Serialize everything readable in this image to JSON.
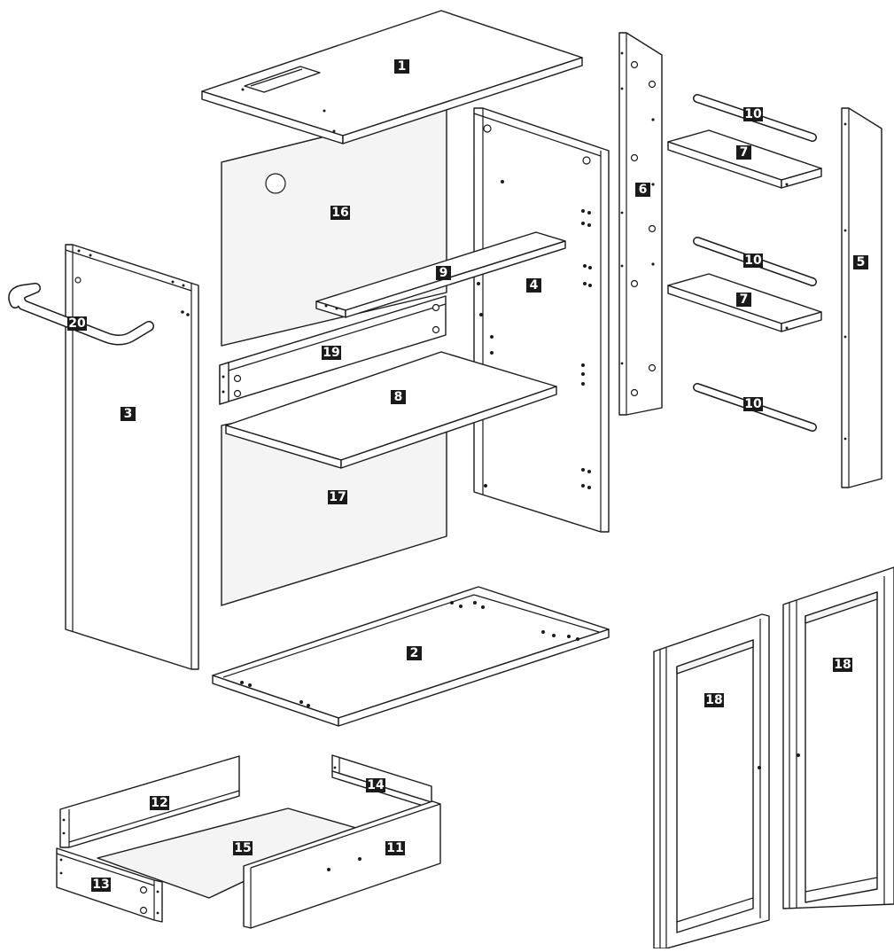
{
  "parts": {
    "p1": "1",
    "p2": "2",
    "p3": "3",
    "p4": "4",
    "p5": "5",
    "p6": "6",
    "p7a": "7",
    "p7b": "7",
    "p8": "8",
    "p9": "9",
    "p10a": "10",
    "p10b": "10",
    "p10c": "10",
    "p11": "11",
    "p12": "12",
    "p13": "13",
    "p14": "14",
    "p15": "15",
    "p16": "16",
    "p17": "17",
    "p18a": "18",
    "p18b": "18",
    "p19": "19",
    "p20": "20"
  },
  "colors": {
    "line": "#1a1a1a",
    "panel": "#ffffff",
    "label_bg": "#1a1a1a",
    "label_text": "#ffffff"
  }
}
